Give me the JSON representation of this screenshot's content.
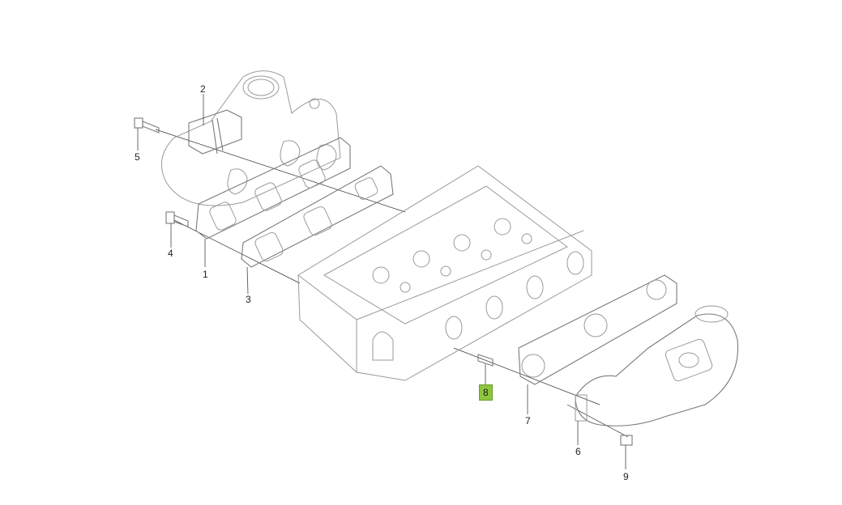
{
  "callouts": [
    {
      "id": "1",
      "label": "1"
    },
    {
      "id": "2",
      "label": "2"
    },
    {
      "id": "3",
      "label": "3"
    },
    {
      "id": "4",
      "label": "4"
    },
    {
      "id": "5",
      "label": "5"
    },
    {
      "id": "6",
      "label": "6"
    },
    {
      "id": "7",
      "label": "7"
    },
    {
      "id": "8",
      "label": "8"
    },
    {
      "id": "9",
      "label": "9"
    }
  ],
  "selected_callout": "8",
  "colors": {
    "highlight": "#8ec63f",
    "line": "#9a9a9a"
  }
}
